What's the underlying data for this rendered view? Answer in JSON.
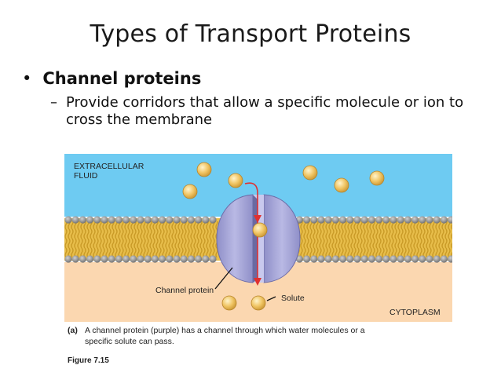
{
  "slide": {
    "title": "Types of Transport Proteins",
    "bullet": "Channel proteins",
    "sub_bullet": "Provide corridors that allow a specific molecule or ion to cross the membrane"
  },
  "figure": {
    "extracellular_label": "EXTRACELLULAR\nFLUID",
    "cytoplasm_label": "CYTOPLASM",
    "channel_protein_label": "Channel protein",
    "solute_label": "Solute",
    "caption_tag": "(a)",
    "caption_text": "A channel protein (purple) has a channel through which water molecules or a specific solute can pass.",
    "figure_number": "Figure 7.15",
    "colors": {
      "extracellular": "#6ecbf2",
      "cytoplasm": "#fbd7b0",
      "lipid_head": "#8e8e8e",
      "lipid_tail": "#d8a832",
      "protein": "#a9a9d8",
      "solute": "#f0c564",
      "arrow": "#e0302f"
    }
  }
}
